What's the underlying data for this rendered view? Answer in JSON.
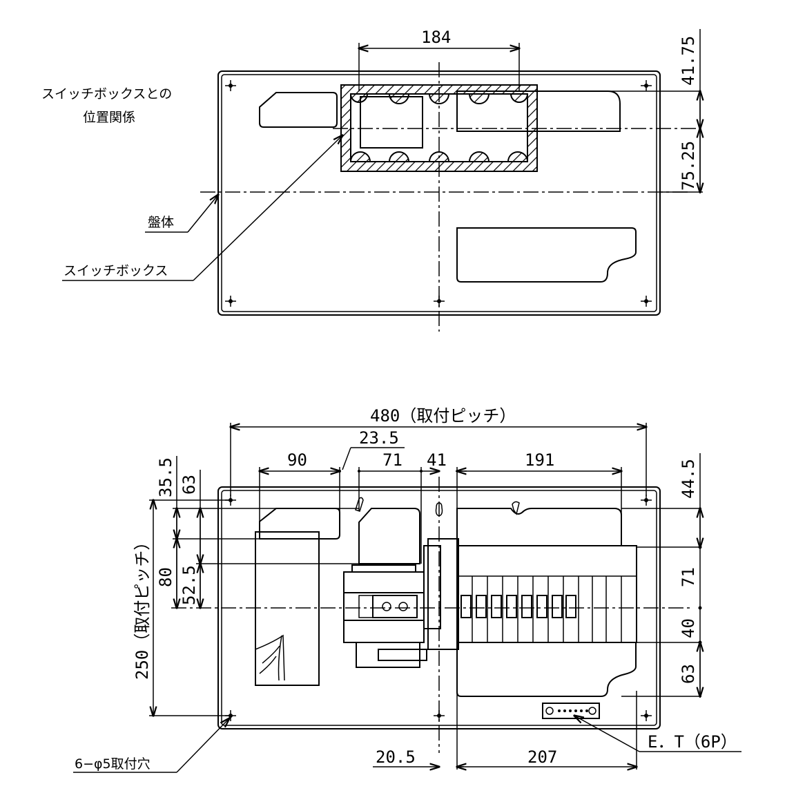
{
  "top_view": {
    "note_line1": "スイッチボックスとの",
    "note_line2": "位置関係",
    "label_panel": "盤体",
    "label_switchbox": "スイッチボックス",
    "dim_width": "184",
    "dim_top": "41.75",
    "dim_right": "75.25"
  },
  "bottom_view": {
    "dim_total_width": "480（取付ピッチ）",
    "dim_23_5": "23.5",
    "dim_90": "90",
    "dim_71_top": "71",
    "dim_41": "41",
    "dim_191": "191",
    "dim_35_5": "35.5",
    "dim_63_left": "63",
    "dim_80": "80",
    "dim_52_5": "52.5",
    "dim_250": "250（取付ピッチ）",
    "dim_44_5": "44.5",
    "dim_71_right": "71",
    "dim_40": "40",
    "dim_63_right": "63",
    "dim_20_5": "20.5",
    "dim_207": "207",
    "label_holes": "6−φ5取付穴",
    "label_et": "E．T（6P）"
  },
  "colors": {
    "line": "#000000",
    "background": "#ffffff"
  }
}
